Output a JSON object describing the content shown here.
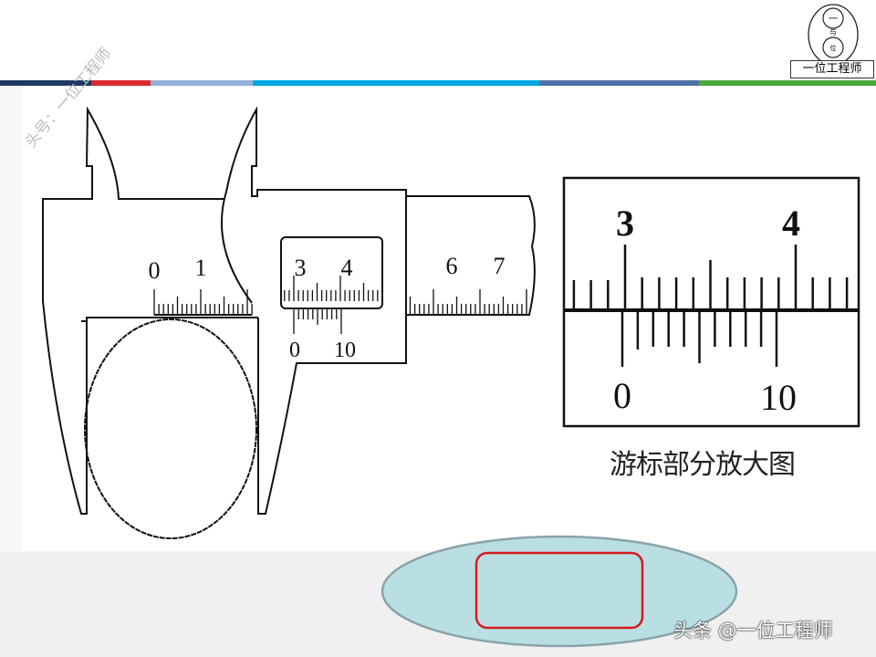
{
  "watermark": "头号：一位工程师",
  "logo": {
    "text": "一位工程师",
    "circle_top": "一",
    "circle_mid": "与",
    "circle_bottom": "位"
  },
  "colors": {
    "bar": [
      "#1f3864",
      "#d9292b",
      "#93b0d8",
      "#00a9e0",
      "#4f71a6",
      "#4aaa3c"
    ],
    "oval_fill": "#b9dfe2",
    "oval_stroke": "#8aa3a8",
    "box_stroke": "#d7191c"
  },
  "caliper": {
    "main_scale_labels": [
      "0",
      "1",
      "3",
      "4",
      "6",
      "7"
    ],
    "vernier_labels": [
      "0",
      "10"
    ]
  },
  "enlarged": {
    "main_labels": [
      "3",
      "4"
    ],
    "vernier_labels": [
      "0",
      "10"
    ],
    "caption": "游标部分放大图"
  },
  "footer_watermark": "头条 @一位工程师"
}
